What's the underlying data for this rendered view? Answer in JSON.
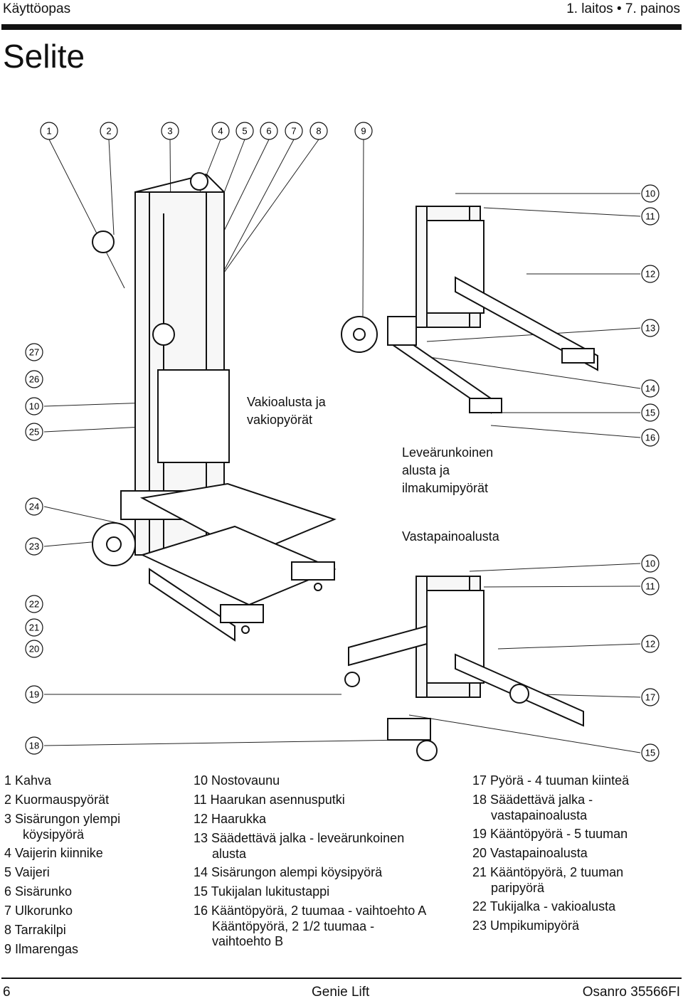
{
  "header": {
    "left": "Käyttöopas",
    "right": "1. laitos • 7. painos"
  },
  "title": "Selite",
  "figure": {
    "callouts_top": [
      "1",
      "2",
      "3",
      "4",
      "5",
      "6",
      "7",
      "8",
      "9"
    ],
    "callouts_left": [
      "27",
      "26",
      "10",
      "25",
      "24",
      "23",
      "22",
      "21",
      "20",
      "19",
      "18"
    ],
    "callouts_right": [
      "10",
      "11",
      "12",
      "13",
      "14",
      "15",
      "16",
      "10",
      "11",
      "12",
      "17",
      "15"
    ],
    "label_standard": [
      "Vakioalusta ja",
      "vakiopyörät"
    ],
    "label_wide": [
      "Leveärunkoinen",
      "alusta ja",
      "ilmakumipyörät"
    ],
    "label_counter": "Vastapainoalusta"
  },
  "legend": {
    "col1": [
      "1 Kahva",
      "2 Kuormauspyörät",
      "3 Sisärungon ylempi",
      "köysipyörä",
      "4 Vaijerin kiinnike",
      "5 Vaijeri",
      "6 Sisärunko",
      "7 Ulkorunko",
      "8 Tarrakilpi",
      "9 Ilmarengas"
    ],
    "col2": [
      "10 Nostovaunu",
      "11 Haarukan asennusputki",
      "12 Haarukka",
      "13 Säädettävä jalka - leveärunkoinen",
      "alusta",
      "14 Sisärungon alempi köysipyörä",
      "15 Tukijalan lukitustappi",
      "16 Kääntöpyörä, 2 tuumaa - vaihtoehto A",
      "Kääntöpyörä, 2 1/2 tuumaa -",
      "vaihtoehto B"
    ],
    "col3": [
      "17 Pyörä - 4 tuuman kiinteä",
      "18 Säädettävä jalka -",
      "vastapainoalusta",
      "19 Kääntöpyörä - 5 tuuman",
      "20 Vastapainoalusta",
      "21 Kääntöpyörä, 2 tuuman",
      "paripyörä",
      "22 Tukijalka - vakioalusta",
      "23 Umpikumipyörä"
    ]
  },
  "footer": {
    "page": "6",
    "center": "Genie Lift",
    "right": "Osanro  35566FI"
  }
}
